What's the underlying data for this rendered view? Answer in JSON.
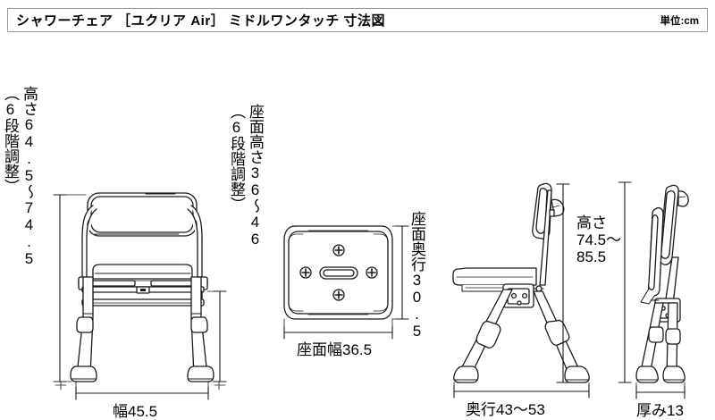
{
  "header": {
    "title": "シャワーチェア ［ユクリア Air］ ミドルワンタッチ 寸法図",
    "unit": "単位:cm"
  },
  "views": {
    "front": {
      "name": "front-view",
      "height_label": "高さ64.5〜74.5",
      "height_note": "（6段階調整）",
      "seat_height_label": "座面高さ36〜46",
      "seat_height_note": "（6段階調整）",
      "width_label": "幅45.5"
    },
    "top": {
      "name": "top-view",
      "depth_label": "座面奥行30.5",
      "width_label": "座面幅36.5"
    },
    "side": {
      "name": "side-view",
      "height_line1": "高さ",
      "height_line2": "74.5〜",
      "height_line3": "85.5",
      "depth_label": "奥行43〜53"
    },
    "folded": {
      "name": "folded-view",
      "thickness_label": "厚み13"
    }
  },
  "colors": {
    "line": "#1a1a1a",
    "fill": "#ffffff",
    "border": "#9a9a9a",
    "background": "#ffffff"
  }
}
